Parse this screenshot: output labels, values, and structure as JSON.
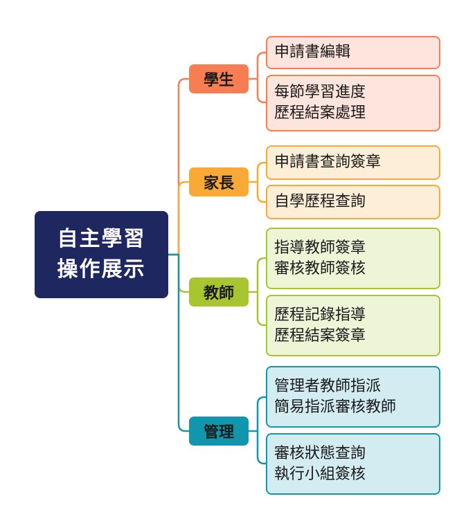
{
  "root": {
    "lines": [
      "自主學習",
      "操作展示"
    ]
  },
  "colors": {
    "root": "#1f2760",
    "student": "#f77e52",
    "student_leaf_bg": "#fde4dc",
    "parent": "#f9a935",
    "parent_leaf_bg": "#fdefd7",
    "teacher": "#a7c52f",
    "teacher_leaf_bg": "#eef4d6",
    "admin": "#1196ad",
    "admin_leaf_bg": "#d3ecf1"
  },
  "branches": [
    {
      "label": "學生",
      "leaves": [
        [
          "申請書編輯"
        ],
        [
          "每節學習進度",
          "歷程結案處理"
        ]
      ]
    },
    {
      "label": "家長",
      "leaves": [
        [
          "申請書查詢簽章"
        ],
        [
          "自學歷程查詢"
        ]
      ]
    },
    {
      "label": "教師",
      "leaves": [
        [
          "指導教師簽章",
          "審核教師簽核"
        ],
        [
          "歷程記錄指導",
          "歷程結案簽章"
        ]
      ]
    },
    {
      "label": "管理",
      "leaves": [
        [
          "管理者教師指派",
          "簡易指派審核教師"
        ],
        [
          "審核狀態查詢",
          "執行小組簽核"
        ]
      ]
    }
  ]
}
